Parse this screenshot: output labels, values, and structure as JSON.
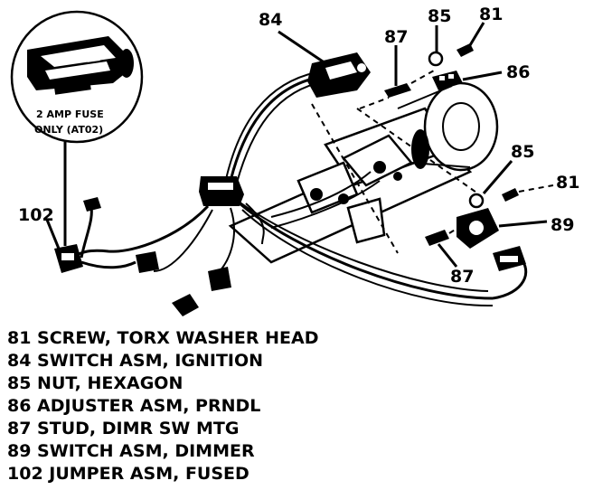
{
  "callouts": {
    "c84": "84",
    "c85_top": "85",
    "c81_top": "81",
    "c87_top": "87",
    "c86": "86",
    "c85_mid": "85",
    "c81_mid": "81",
    "c89": "89",
    "c87_bottom": "87",
    "c102": "102"
  },
  "fuse_note": {
    "line1": "2 AMP FUSE",
    "line2": "ONLY  (AT02)"
  },
  "legend": [
    "81 SCREW, TORX WASHER HEAD",
    "84 SWITCH ASM, IGNITION",
    "85 NUT, HEXAGON",
    "86 ADJUSTER ASM, PRNDL",
    "87 STUD, DIMR SW MTG",
    "89 SWITCH ASM, DIMMER",
    "102 JUMPER ASM, FUSED"
  ]
}
